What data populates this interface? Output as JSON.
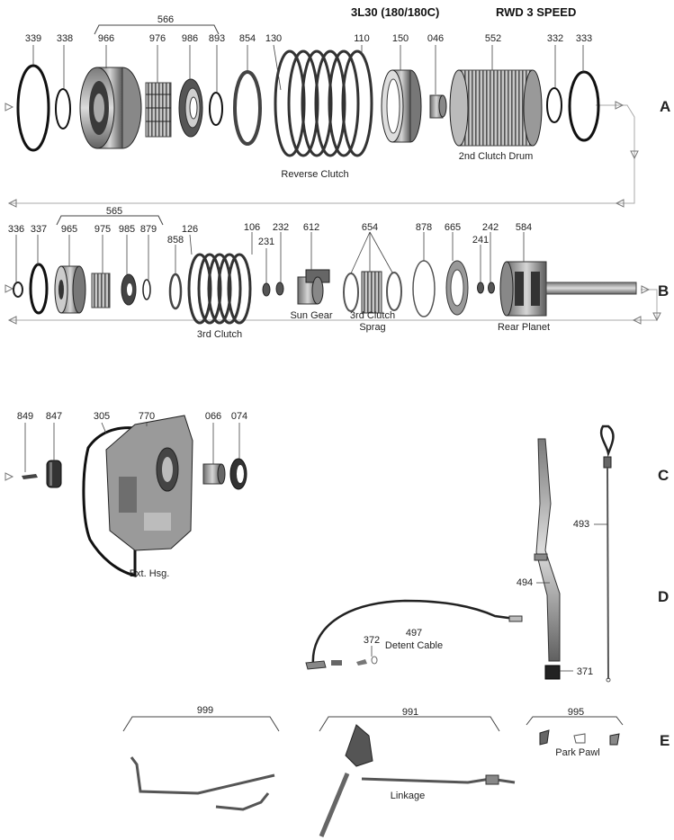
{
  "header": {
    "model": "3L30 (180/180C)",
    "type": "RWD 3 SPEED"
  },
  "rows": [
    "A",
    "B",
    "C",
    "D",
    "E"
  ],
  "row_a": {
    "parts": [
      "339",
      "338",
      "966",
      "976",
      "986",
      "893",
      "854",
      "130",
      "110",
      "150",
      "046",
      "552",
      "332",
      "333"
    ],
    "group": "566",
    "captions": {
      "reverse_clutch": "Reverse Clutch",
      "second_clutch_drum": "2nd Clutch Drum"
    }
  },
  "row_b": {
    "parts": [
      "336",
      "337",
      "965",
      "975",
      "985",
      "879",
      "858",
      "126",
      "106",
      "231",
      "232",
      "612",
      "654",
      "878",
      "665",
      "241",
      "242",
      "584"
    ],
    "group": "565",
    "captions": {
      "third_clutch": "3rd Clutch",
      "sun_gear": "Sun Gear",
      "sprag_line1": "3rd Clutch",
      "sprag_line2": "Sprag",
      "rear_planet": "Rear Planet"
    }
  },
  "row_c": {
    "parts": [
      "849",
      "847",
      "305",
      "770",
      "066",
      "074"
    ],
    "captions": {
      "ext_hsg": "Ext. Hsg."
    }
  },
  "row_d": {
    "parts": [
      "493",
      "494",
      "497",
      "372",
      "371"
    ],
    "captions": {
      "detent_cable": "Detent Cable"
    }
  },
  "row_e": {
    "parts": [
      "999",
      "991",
      "995"
    ],
    "captions": {
      "linkage": "Linkage",
      "park_pawl": "Park Pawl"
    }
  }
}
